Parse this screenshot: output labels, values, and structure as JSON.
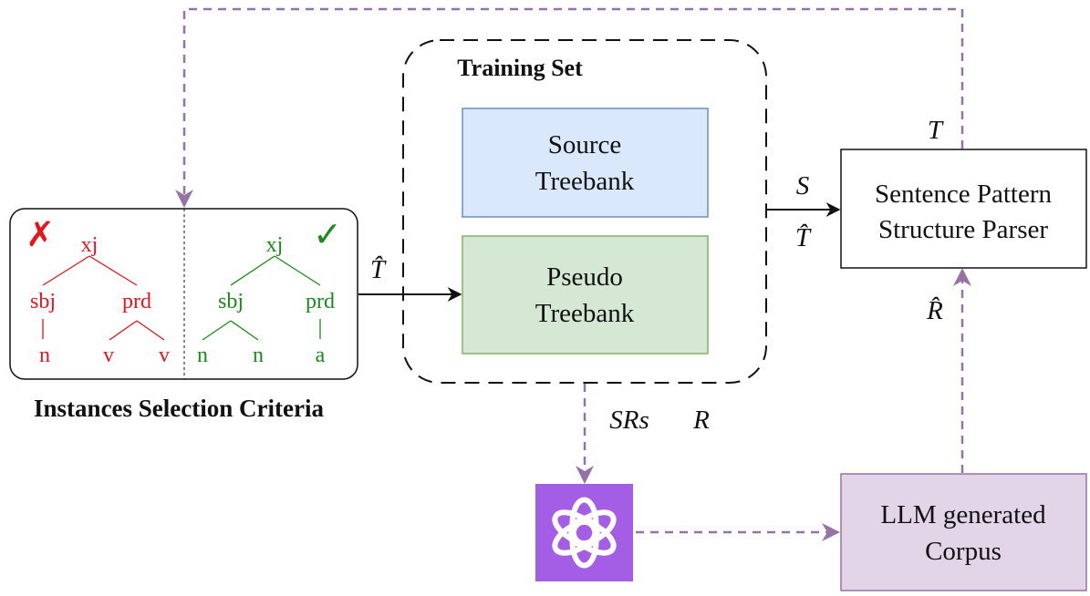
{
  "colors": {
    "dashed_arrow": "#9673a6",
    "source_fill": "#dae8fc",
    "source_stroke": "#6c8ebf",
    "pseudo_fill": "#d5e8d4",
    "pseudo_stroke": "#82b366",
    "llm_fill": "#e1d5e7",
    "llm_stroke": "#9673a6",
    "bad_tree": "#e8141b",
    "good_tree": "#1a8a1a",
    "chatgpt_bg": "#a45ee5"
  },
  "training_set": {
    "title": "Training Set",
    "source": {
      "line1": "Source",
      "line2": "Treebank"
    },
    "pseudo": {
      "line1": "Pseudo",
      "line2": "Treebank"
    }
  },
  "parser": {
    "line1": "Sentence Pattern",
    "line2": "Structure Parser"
  },
  "llm_corpus": {
    "line1": "LLM generated",
    "line2": "Corpus"
  },
  "llm_icon": "chatgpt-logo-icon",
  "selection": {
    "caption": "Instances Selection Criteria",
    "rejected_mark": "✗",
    "accepted_mark": "✓",
    "bad_tree": {
      "root": "xj",
      "left": "sbj",
      "right": "prd",
      "leaves": [
        "n",
        "v",
        "v"
      ]
    },
    "good_tree": {
      "root": "xj",
      "left": "sbj",
      "right": "prd",
      "leaves": [
        "n",
        "n",
        "a"
      ]
    }
  },
  "labels": {
    "t_hat_input": "T̂",
    "s": "S",
    "t_hat_train": "T̂",
    "t": "T",
    "r_hat": "R̂",
    "srs": "SRs",
    "r": "R"
  }
}
